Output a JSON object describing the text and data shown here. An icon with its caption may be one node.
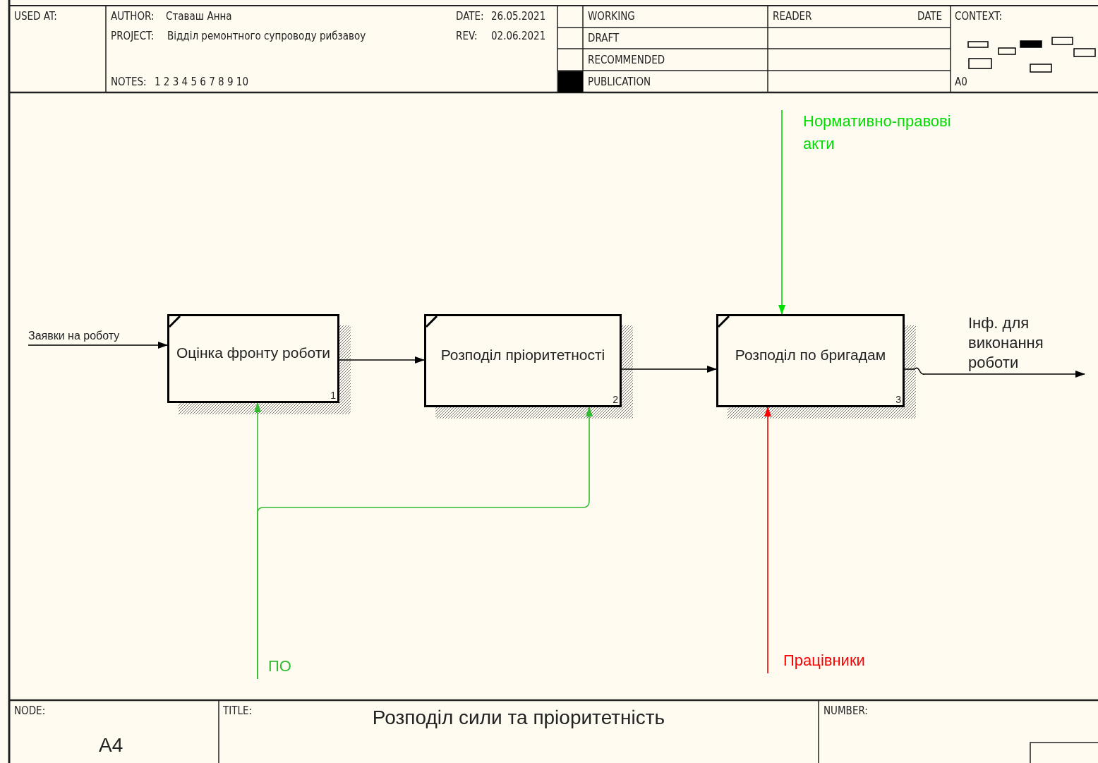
{
  "diagram": {
    "title": "Розподіл сили та  пріоритетність",
    "nodes": [
      {
        "text": [
          "Оцінка фронту роботи",
          "1"
        ]
      },
      {
        "text": [
          "Розподіл  пріоритетності",
          "2"
        ]
      },
      {
        "text": [
          "Розподіл по бригадам",
          "3"
        ]
      },
      {
        "text": [
          "Нормативно-правові акти"
        ]
      },
      {
        "text": [
          "ПО"
        ]
      },
      {
        "text": [
          "Працівники"
        ]
      }
    ],
    "edges": [
      {
        "from": null,
        "to": 0,
        "arrow": "to",
        "label": "Заявки на роботу"
      },
      {
        "from": 0,
        "to": 1,
        "arrow": "to"
      },
      {
        "from": 1,
        "to": 2,
        "arrow": "to"
      },
      {
        "from": 3,
        "to": 2,
        "arrow": "to",
        "color": "#00dd00"
      },
      {
        "from": 4,
        "to": 0,
        "arrow": "to",
        "color": "#33bb33"
      },
      {
        "from": 4,
        "to": 1,
        "arrow": "to",
        "color": "#33bb33"
      },
      {
        "from": 5,
        "to": 2,
        "arrow": "to",
        "color": "#ff0000"
      },
      {
        "from": 2,
        "to": null,
        "arrow": "to",
        "label": "Інф. для виконання роботи"
      }
    ],
    "labels": [
      "USED AT:",
      "AUTHOR:",
      "Ставаш Анна",
      "DATE:",
      "26.05.2021",
      "PROJECT:",
      "Відділ ремонтного супроводу рибзавоу",
      "REV:",
      "02.06.2021",
      "NOTES:",
      "1 2 3 4 5 6 7 8 9 10",
      "WORKING",
      "READER",
      "DATE",
      "CONTEXT:",
      "DRAFT",
      "RECOMMENDED",
      "PUBLICATION",
      "A0",
      "NODE:",
      "A4",
      "TITLE:",
      "NUMBER:"
    ]
  }
}
